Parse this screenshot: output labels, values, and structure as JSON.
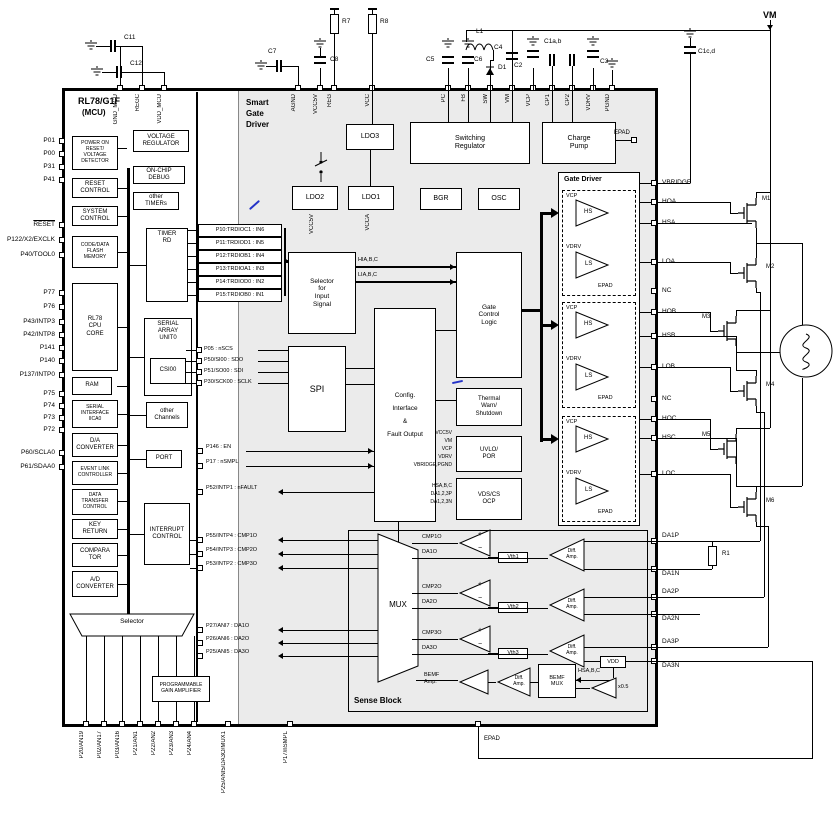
{
  "assembly": {
    "mcu_title": "RL78/G1F",
    "mcu_subtitle": "(MCU)",
    "sgd_title": "Smart\nGate\nDriver"
  },
  "mcu_blocks": {
    "por": "POWER ON\nRESET/\nVOLTAGE\nDETECTOR",
    "vreg": "VOLTAGE\nREGULATOR",
    "reset": "RESET\nCONTROL",
    "ocd": "ON-CHIP\nDEBUG",
    "otmr": "other\nTIMERs",
    "sys": "SYSTEM\nCONTROL",
    "flash": "CODE/DATA\nFLASH\nMEMORY",
    "trd": "TIMER\nRD",
    "cpu": "RL78\nCPU\nCORE",
    "sau": "SERIAL\nARRAY\nUNIT0",
    "csi": "CSI00",
    "ram": "RAM",
    "iica": "SERIAL\nINTERFACE\nIICA0",
    "och": "other\nChannels",
    "dac": "D/A\nCONVERTER",
    "port": "PORT",
    "elc": "EVENT LINK\nCONTROLLER",
    "dtc": "DATA\nTRANSFER\nCONTROL",
    "intc": "INTERRUPT\nCONTROL",
    "key": "KEY\nRETURN",
    "cmp": "COMPARA\nTOR",
    "adc": "A/D\nCONVERTER",
    "sel": "Selector",
    "pga": "PROGRAMMABLE\nGAIN AMPLIFIER"
  },
  "sgd_blocks": {
    "ldo3": "LDO3",
    "ldo2": "LDO2",
    "ldo1": "LDO1",
    "swreg": "Switching\nRegulator",
    "chp": "Charge\nPump",
    "bgr": "BGR",
    "osc": "OSC",
    "selin": "Selector\nfor\nInput\nSignal",
    "gcl": "Gate\nControl\nLogic",
    "spi": "SPI",
    "cfg": "Config.\nInterface\n&\nFault Output",
    "thermal": "Thermal\nWarn/\nShutdown",
    "uvlo": "UVLO/\nPOR",
    "vds": "VDS/CS\nOCP",
    "gdrv": "Gate Driver",
    "mux": "MUX",
    "sense": "Sense Block",
    "bemfmux": "BEMF\nMUX",
    "vdd": "VDD"
  },
  "gd_labels": {
    "vcp": "VCP",
    "hs": "HS",
    "vdrv": "VDRV",
    "ls": "LS",
    "epad": "EPAD"
  },
  "sig": {
    "inrows": [
      "P10:TRDIOC1 : IN6",
      "P11:TRDIOD1 : IN5",
      "P12:TRDIOB1 : IN4",
      "P13:TRDIOA1 : IN3",
      "P14:TRDIOD0 : IN2",
      "P15:TRDIOB0 : IN1"
    ],
    "spirows": [
      "P05 : nSCS",
      "P50/SI00 : SDO",
      "P51/SO00 : SDI",
      "P30/SCK00 : SCLK"
    ],
    "en": "P146 : EN",
    "smpl": "P17 : nSMPL",
    "fault": "P52/INTP1 : nFAULT",
    "cmprows": [
      "P55/INTP4 : CMP1O",
      "P54/INTP3 : CMP2O",
      "P53/INTP2 : CMP3O"
    ],
    "darows": [
      "P27/ANI7 : DA1O",
      "P26/ANI6 : DA2O",
      "P25/ANI5 : DA3O"
    ],
    "hi": "HIA,B,C",
    "li": "LIA,B,C",
    "uvin": [
      "VCC5V",
      "VM",
      "VCP",
      "VDRV",
      "VBRIDGE,PGND"
    ],
    "vdsin": [
      "HSA,B,C",
      "DA1,2,3P",
      "DA1,2,3N"
    ],
    "cmpo": [
      "CMP1O",
      "CMP2O",
      "CMP3O"
    ],
    "dao": [
      "DA1O",
      "DA2O",
      "DA3O"
    ],
    "vth": [
      "Vth1",
      "Vth2",
      "Vth3"
    ],
    "diff": "Diff.\nAmp.",
    "bemf": "BEMF\nAmp.",
    "hsabc": "HSA,B,C",
    "gain": "x0.5",
    "plus": "+",
    "minus": "−",
    "vcc5v": "VCC5V",
    "vcca": "VCCA"
  },
  "pins": {
    "mcu_left": [
      "P01",
      "P00",
      "P31",
      "P41",
      "RESET",
      "P122/X2/EXCLK",
      "P40/TOOL0",
      "P77",
      "P76",
      "P43/INTP3",
      "P42/INTP8",
      "P141",
      "P140",
      "P137/INTP0",
      "P75",
      "P74",
      "P73",
      "P72",
      "P60/SCLA0",
      "P61/SDAA0"
    ],
    "mcu_top": [
      "GND_MCU",
      "REGC",
      "VDD_MCU"
    ],
    "mcu_bottom": [
      "P20/AN19",
      "P02/AN17",
      "P03/AN16",
      "P21/AN1",
      "P22/AN2",
      "P23/AN3",
      "P24/AN4"
    ],
    "sgd_top": [
      "AGND",
      "VCC5V",
      "REG",
      "VCC",
      "PC",
      "FB",
      "SW",
      "VM",
      "VCP",
      "CP1",
      "CP2",
      "VDRV"
    ],
    "sgd_right": [
      "VBRIDGE",
      "HOA",
      "HSA",
      "LOA",
      "NC",
      "HOB",
      "HSB",
      "LOB",
      "NC",
      "HOC",
      "HSC",
      "LOC"
    ],
    "sgd_analog": [
      "DA1P",
      "DA1N",
      "DA2P",
      "DA2N",
      "DA3P",
      "DA3N"
    ],
    "pgnd": "PGND",
    "epad_top": "EPAD",
    "epad_bottom": "EPAD",
    "bottom_misc": [
      "P25/ANI5/DA3O/MUX1",
      "P17/nSMPL"
    ]
  },
  "ext": {
    "vm": "VM",
    "caps": {
      "c11": "C11",
      "c12": "C12",
      "c7": "C7",
      "c8": "C8",
      "c5": "C5",
      "c6": "C6",
      "c4": "C4",
      "c1ab": "C1a,b",
      "c2": "C2",
      "c3": "C3",
      "c1cd": "C1c,d"
    },
    "res": {
      "r7": "R7",
      "r8": "R8",
      "r1": "R1"
    },
    "l1": "L1",
    "d1": "D1",
    "fets": [
      "M1",
      "M2",
      "M3",
      "M4",
      "M5",
      "M6"
    ]
  }
}
